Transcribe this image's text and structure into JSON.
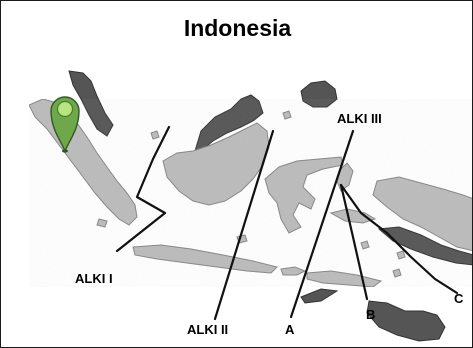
{
  "title": "Indonesia",
  "labels": {
    "alki_1": "ALKI I",
    "alki_2": "ALKI II",
    "alki_3": "ALKI III",
    "branch_a": "A",
    "branch_b": "B",
    "branch_c": "C"
  },
  "marker": {
    "icon": "location-pin-icon",
    "color": "#6ea84a"
  },
  "colors": {
    "land": "#bdbdbd",
    "neighbor_land": "#555555",
    "route_line": "#111111"
  }
}
